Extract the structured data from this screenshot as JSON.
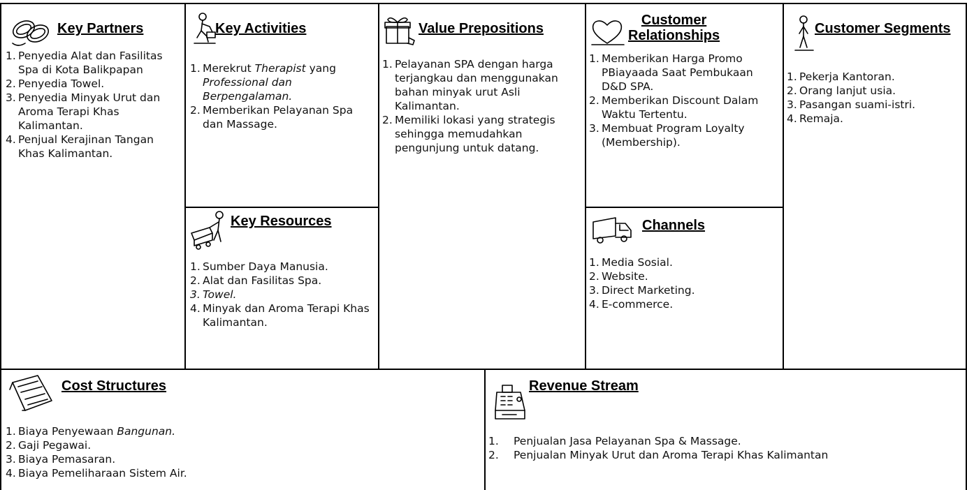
{
  "key_partners": {
    "title": "Key Partners",
    "icon": "chain-links-icon",
    "items": [
      {
        "num": "1.",
        "text": "Penyedia Alat dan Fasilitas Spa di Kota Balikpapan"
      },
      {
        "num": "2.",
        "text": "Penyedia Towel."
      },
      {
        "num": "3.",
        "text": "Penyedia Minyak Urut dan Aroma Terapi Khas Kalimantan."
      },
      {
        "num": "4.",
        "text": "Penjual Kerajinan Tangan Khas Kalimantan."
      }
    ]
  },
  "key_activities": {
    "title": "Key Activities",
    "icon": "worker-icon",
    "item1": {
      "num": "1.",
      "pre": "Merekrut ",
      "italic1": "Therapist",
      "mid": " yang ",
      "italic2": "Professional dan Berpengalaman."
    },
    "item2": {
      "num": "2.",
      "text": "Memberikan Pelayanan Spa dan Massage."
    }
  },
  "key_resources": {
    "title": "Key Resources",
    "icon": "forklift-worker-icon",
    "items": [
      {
        "num": "1.",
        "text": "Sumber Daya Manusia."
      },
      {
        "num": "2.",
        "text": "Alat dan Fasilitas Spa."
      },
      {
        "num": "3.",
        "text": "Towel."
      },
      {
        "num": "4.",
        "text": "Minyak dan Aroma Terapi Khas Kalimantan."
      }
    ]
  },
  "value_propositions": {
    "title": "Value Prepositions",
    "icon": "gift-box-icon",
    "items": [
      {
        "num": "1.",
        "text": "Pelayanan SPA dengan harga terjangkau dan menggunakan bahan minyak urut Asli Kalimantan."
      },
      {
        "num": "2.",
        "text": " Memiliki lokasi yang strategis sehingga memudahkan pengunjung untuk datang."
      }
    ]
  },
  "customer_relationships": {
    "title_line1": "Customer",
    "title_line2": "Relationships",
    "icon": "heart-icon",
    "items": [
      {
        "num": "1.",
        "text": "Memberikan Harga Promo PBiayaada Saat Pembukaan D&D SPA."
      },
      {
        "num": "2.",
        "text": "Memberikan Discount Dalam Waktu Tertentu."
      },
      {
        "num": "3.",
        "text": "Membuat Program Loyalty (Membership)."
      }
    ]
  },
  "channels": {
    "title": "Channels",
    "icon": "delivery-truck-icon",
    "items": [
      {
        "num": "1.",
        "text": "Media Sosial."
      },
      {
        "num": "2.",
        "text": "Website."
      },
      {
        "num": "3.",
        "text": "Direct Marketing."
      },
      {
        "num": "4.",
        "text": "E-commerce."
      }
    ]
  },
  "customer_segments": {
    "title": "Customer Segments",
    "icon": "person-standing-icon",
    "items": [
      {
        "num": "1.",
        "text": "Pekerja Kantoran."
      },
      {
        "num": "2.",
        "text": "Orang lanjut usia."
      },
      {
        "num": "3.",
        "text": "Pasangan suami-istri."
      },
      {
        "num": "4.",
        "text": "Remaja."
      }
    ]
  },
  "cost_structures": {
    "title": "Cost Structures",
    "icon": "document-scroll-icon",
    "item1": {
      "num": "1.",
      "pre": "Biaya Penyewaan ",
      "italic": "Bangunan."
    },
    "items": [
      {
        "num": "2.",
        "text": "Gaji Pegawai."
      },
      {
        "num": "3.",
        "text": "Biaya Pemasaran."
      },
      {
        "num": "4.",
        "text": "Biaya Pemeliharaan Sistem Air."
      }
    ]
  },
  "revenue_stream": {
    "title": "Revenue Stream",
    "icon": "cash-register-icon",
    "items": [
      {
        "num": "1.",
        "text": "Penjualan Jasa Pelayanan Spa & Massage."
      },
      {
        "num": "2.",
        "text": "Penjualan Minyak Urut dan Aroma Terapi Khas Kalimantan"
      }
    ]
  }
}
